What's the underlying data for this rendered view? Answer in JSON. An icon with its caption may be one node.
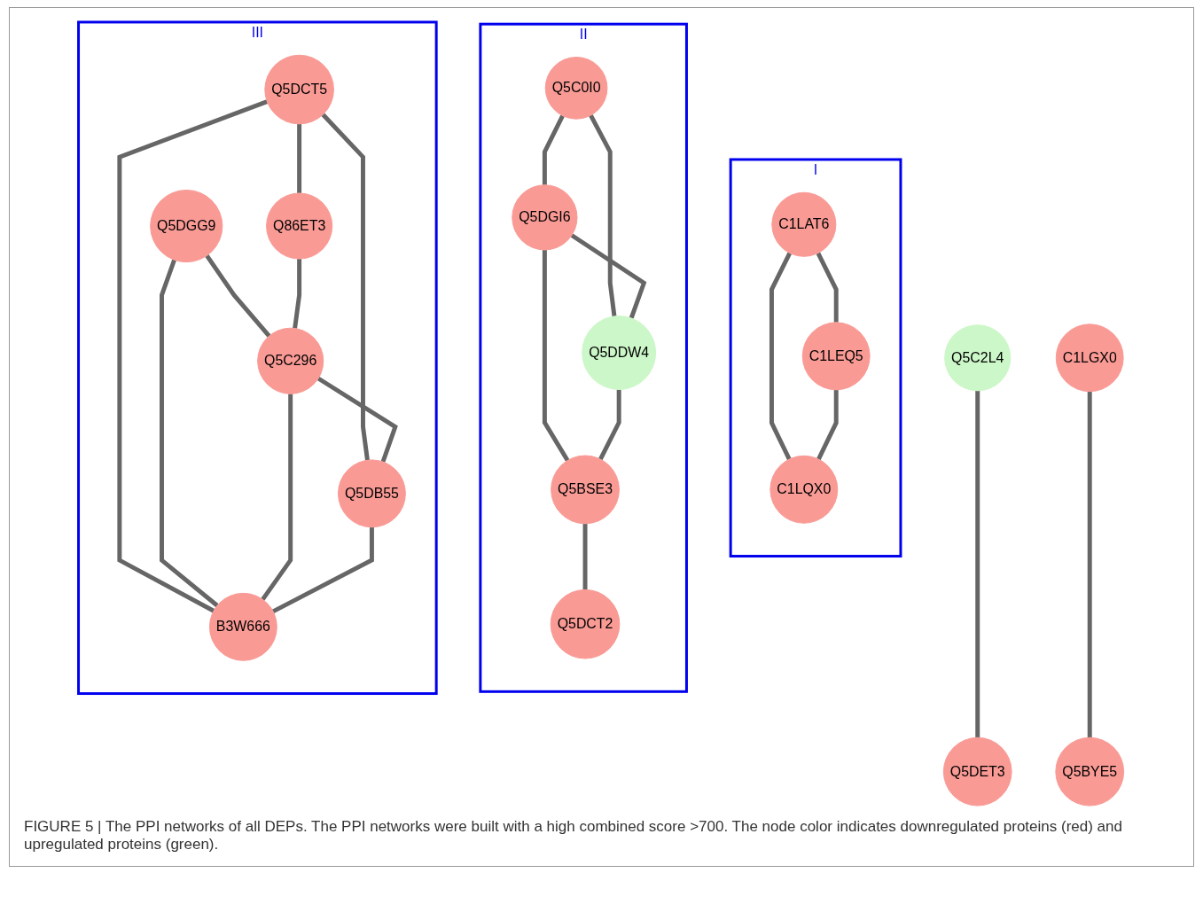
{
  "diagram": {
    "caption": "FIGURE 5 | The PPI networks of all DEPs. The PPI networks were built with a high combined score >700. The node color indicates downregulated proteins (red) and upregulated proteins (green).",
    "nodes": [
      {
        "text": [
          "I"
        ]
      },
      {
        "text": [
          "C1LAT6"
        ],
        "in": 0
      },
      {
        "text": [
          "C1LEQ5"
        ],
        "in": 0
      },
      {
        "text": [
          "C1LQX0"
        ],
        "in": 0
      },
      {
        "text": [
          "II"
        ]
      },
      {
        "text": [
          "Q5C0I0"
        ],
        "in": 4
      },
      {
        "text": [
          "Q5DGI6"
        ],
        "in": 4
      },
      {
        "text": [
          "Q5DDW4"
        ],
        "in": 4
      },
      {
        "text": [
          "Q5BSE3"
        ],
        "in": 4
      },
      {
        "text": [
          "Q5DCT2"
        ],
        "in": 4
      },
      {
        "text": [
          "III"
        ]
      },
      {
        "text": [
          "Q5DGG9"
        ],
        "in": 10
      },
      {
        "text": [
          "Q5DCT5"
        ],
        "in": 10
      },
      {
        "text": [
          "Q86ET3"
        ],
        "in": 10
      },
      {
        "text": [
          "B3W666"
        ],
        "in": 10
      },
      {
        "text": [
          "Q5C296"
        ],
        "in": 10
      },
      {
        "text": [
          "Q5DB55"
        ],
        "in": 10
      },
      {
        "text": [
          "Q5C2L4"
        ]
      },
      {
        "text": [
          "C1LGX0"
        ]
      },
      {
        "text": [
          "Q5DET3"
        ]
      },
      {
        "text": [
          "Q5BYE5"
        ]
      }
    ],
    "edges": [
      {
        "from": 1,
        "to": 2,
        "arrow": "none"
      },
      {
        "from": 1,
        "to": 3,
        "arrow": "none"
      },
      {
        "from": 2,
        "to": 3,
        "arrow": "none"
      },
      {
        "from": 5,
        "to": 6,
        "arrow": "none"
      },
      {
        "from": 5,
        "to": 7,
        "arrow": "none"
      },
      {
        "from": 6,
        "to": 7,
        "arrow": "none"
      },
      {
        "from": 6,
        "to": 8,
        "arrow": "none"
      },
      {
        "from": 7,
        "to": 8,
        "arrow": "none"
      },
      {
        "from": 8,
        "to": 9,
        "arrow": "none"
      },
      {
        "from": 12,
        "to": 13,
        "arrow": "none"
      },
      {
        "from": 12,
        "to": 14,
        "arrow": "none"
      },
      {
        "from": 12,
        "to": 16,
        "arrow": "none"
      },
      {
        "from": 11,
        "to": 15,
        "arrow": "none"
      },
      {
        "from": 11,
        "to": 14,
        "arrow": "none"
      },
      {
        "from": 13,
        "to": 15,
        "arrow": "none"
      },
      {
        "from": 15,
        "to": 14,
        "arrow": "none"
      },
      {
        "from": 15,
        "to": 16,
        "arrow": "none"
      },
      {
        "from": 16,
        "to": 14,
        "arrow": "none"
      },
      {
        "from": 17,
        "to": 19,
        "arrow": "none"
      },
      {
        "from": 18,
        "to": 20,
        "arrow": "none"
      }
    ]
  }
}
